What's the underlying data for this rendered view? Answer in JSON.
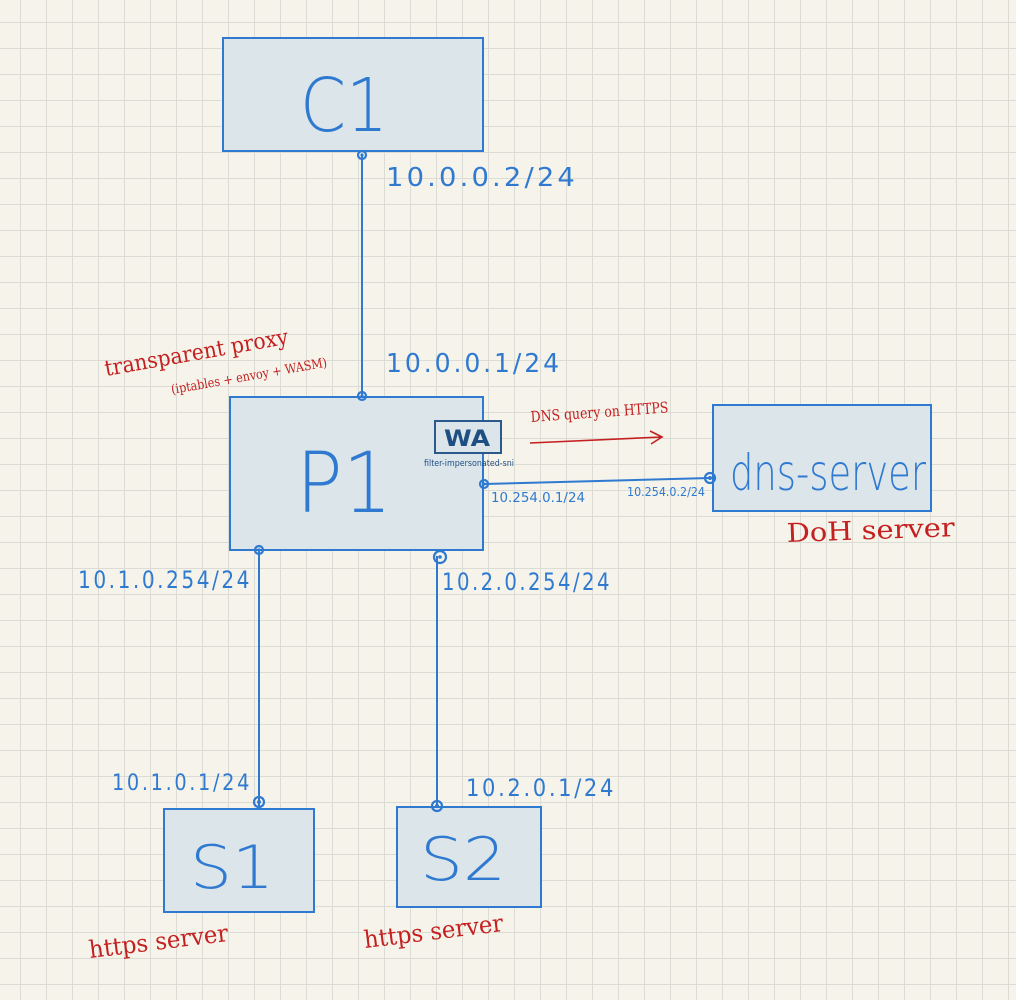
{
  "nodes": {
    "c1": {
      "label": "C1"
    },
    "p1": {
      "label": "P1"
    },
    "dns": {
      "label": "dns-server"
    },
    "s1": {
      "label": "S1"
    },
    "s2": {
      "label": "S2"
    }
  },
  "addresses": {
    "c1_iface": "10.0.0.2/24",
    "p1_to_c1": "10.0.0.1/24",
    "p1_to_dns": "10.254.0.1/24",
    "dns_iface": "10.254.0.2/24",
    "p1_to_s1": "10.1.0.254/24",
    "p1_to_s2": "10.2.0.254/24",
    "s1_iface": "10.1.0.1/24",
    "s2_iface": "10.2.0.1/24"
  },
  "annotations": {
    "proxy_title": "transparent proxy",
    "proxy_detail": "(iptables + envoy + WASM)",
    "dns_query": "DNS query on HTTPS",
    "dns_role": "DoH server",
    "s1_role": "https server",
    "s2_role": "https server"
  },
  "wasm": {
    "badge": "WA",
    "filter_name": "filter-impersonated-sni"
  },
  "colors": {
    "ink_blue": "#2f7ad0",
    "ink_red": "#c42020",
    "box_fill": "#dbe5ea",
    "paper": "#f5f3ea"
  }
}
